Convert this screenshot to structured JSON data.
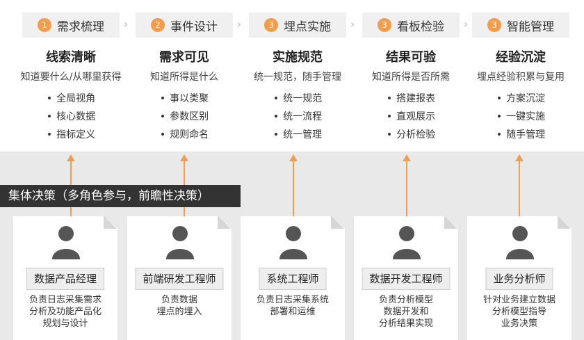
{
  "stages": [
    {
      "badge": "1",
      "label": "需求梳理",
      "heading": "线索清晰",
      "subtitle": "知道要什么/从哪里获得",
      "bullets": [
        "全局视角",
        "核心数据",
        "指标定义"
      ]
    },
    {
      "badge": "2",
      "label": "事件设计",
      "heading": "需求可见",
      "subtitle": "知道所得是什么",
      "bullets": [
        "事以类聚",
        "参数区别",
        "规则命名"
      ]
    },
    {
      "badge": "3",
      "label": "埋点实施",
      "heading": "实施规范",
      "subtitle": "统一规范，随手管理",
      "bullets": [
        "统一规范",
        "统一流程",
        "统一管理"
      ]
    },
    {
      "badge": "3",
      "label": "看板检验",
      "heading": "结果可验",
      "subtitle": "知道所得是否所需",
      "bullets": [
        "搭建报表",
        "直观展示",
        "分析检验"
      ]
    },
    {
      "badge": "3",
      "label": "智能管理",
      "heading": "经验沉淀",
      "subtitle": "埋点经验积累与复用",
      "bullets": [
        "方案沉淀",
        "一键实施",
        "随手管理"
      ]
    }
  ],
  "section_title": "集体决策（多角色参与，前瞻性决策）",
  "roles": [
    {
      "title": "数据产品经理",
      "desc": [
        "负责日志采集需求",
        "分析及功能产品化",
        "规划与设计"
      ]
    },
    {
      "title": "前端研发工程师",
      "desc": [
        "负责数据",
        "埋点的埋入"
      ]
    },
    {
      "title": "系统工程师",
      "desc": [
        "负责日志采集系统",
        "部署和运维"
      ]
    },
    {
      "title": "数据开发工程师",
      "desc": [
        "负责分析模型",
        "数据开发和",
        "分析结果实现"
      ]
    },
    {
      "title": "业务分析师",
      "desc": [
        "针对业务建立数据",
        "分析模型指导",
        "业务决策"
      ]
    }
  ],
  "colors": {
    "accent": "#f39c4b",
    "bar": "#333333"
  }
}
